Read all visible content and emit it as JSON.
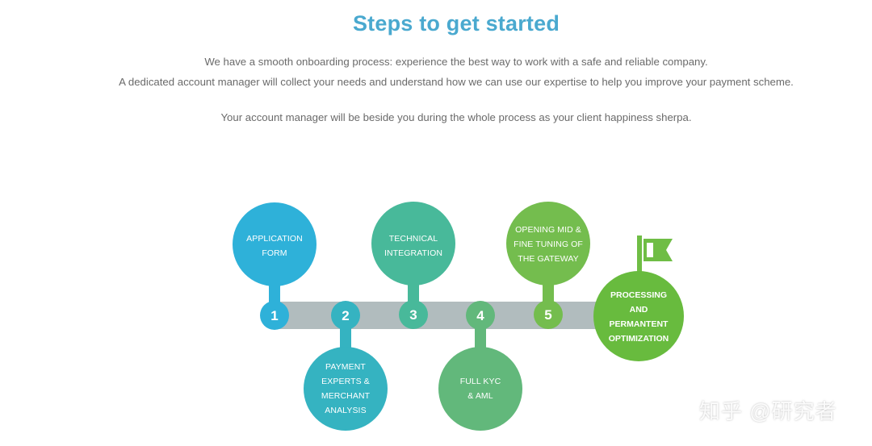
{
  "header": {
    "title": "Steps to get started",
    "intro_line_1": "We have a smooth onboarding process: experience the best way to work with a safe and reliable company.",
    "intro_line_2": "A dedicated account manager will collect your needs and understand how we can use our expertise to help you improve your payment scheme.",
    "intro_line_3": "Your account manager will be beside you during the whole process as your client happiness sherpa."
  },
  "steps": [
    {
      "number": "1",
      "label_lines": [
        "APPLICATION",
        "FORM"
      ]
    },
    {
      "number": "2",
      "label_lines": [
        "PAYMENT",
        "EXPERTS &",
        "MERCHANT",
        "ANALYSIS"
      ]
    },
    {
      "number": "3",
      "label_lines": [
        "TECHNICAL",
        "INTEGRATION"
      ]
    },
    {
      "number": "4",
      "label_lines": [
        "FULL KYC",
        "& AML"
      ]
    },
    {
      "number": "5",
      "label_lines": [
        "OPENING MID &",
        "FINE TUNING OF",
        "THE GATEWAY"
      ]
    }
  ],
  "final_step": {
    "label_lines": [
      "PROCESSING",
      "AND",
      "PERMANTENT",
      "OPTIMIZATION"
    ]
  },
  "watermark": "知乎 @研究者",
  "colors": {
    "title": "#4aa9cf",
    "track": "#b1bcbe",
    "step_1": "#2eb1d9",
    "step_2": "#35b3c1",
    "step_3": "#48b99a",
    "step_4": "#62b87b",
    "step_5": "#74bd4e",
    "final": "#68bb3e",
    "flag": "#6fbd45"
  },
  "icons": {
    "flag": "flag-icon"
  }
}
